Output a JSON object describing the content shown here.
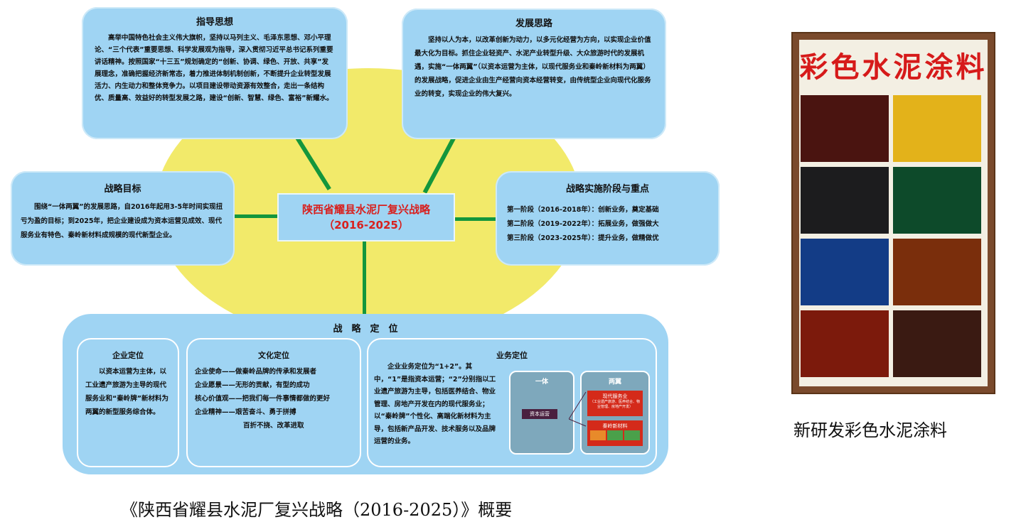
{
  "center": {
    "title": "陕西省耀县水泥厂复兴战略",
    "years": "（2016-2025）"
  },
  "guiding_thought": {
    "title": "指导思想",
    "text": "高举中国特色社会主义伟大旗帜，坚持以马列主义、毛泽东思想、邓小平理论、“三个代表”重要思想、科学发展观为指导，深入贯彻习近平总书记系列重要讲话精神。按照国家“十三五”规划确定的“创新、协调、绿色、开放、共享”发展理念，准确把握经济新常态，着力推进体制机制创新，不断提升企业转型发展活力、内生动力和整体竞争力。以项目建设带动资源有效整合，走出一条结构优、质量高、效益好的转型发展之路，建设“创新、智慧、绿色、富裕”新耀水。"
  },
  "development_idea": {
    "title": "发展思路",
    "text": "坚持以人为本，以改革创新为动力，以多元化经营为方向，以实现企业价值最大化为目标。抓住企业轻资产、水泥产业转型升级、大众旅游时代的发展机遇，实施“一体两翼”（以资本运营为主体，以现代服务业和秦岭新材料为两翼）的发展战略，促进企业由生产经营向资本经营转变，由传统型企业向现代化服务业的转变，实现企业的伟大复兴。"
  },
  "strategic_goal": {
    "title": "战略目标",
    "text": "围绕“一体两翼”的发展思路，自2016年起用3-5年时间实现扭亏为盈的目标；到2025年，把企业建设成为资本运营见成效、现代服务业有特色、秦岭新材料成规模的现代新型企业。"
  },
  "phases": {
    "title": "战略实施阶段与重点",
    "items": [
      "第一阶段（2016-2018年）：创新业务，奠定基础",
      "第二阶段（2019-2022年）：拓展业务，做强做大",
      "第三阶段（2023-2025年）：提升业务，做精做优"
    ]
  },
  "positioning": {
    "title": "战　略　定　位",
    "enterprise": {
      "title": "企业定位",
      "text": "以资本运营为主体，以工业遗产旅游为主导的现代服务业和“秦岭牌”新材料为两翼的新型服务综合体。"
    },
    "culture": {
      "title": "文化定位",
      "lines": [
        "企业使命——做秦岭品牌的传承和发展者",
        "企业愿景——无形的贡献，有型的成功",
        "核心价值观——把我们每一件事情都做的更好",
        "企业精神——艰苦奋斗、勇于拼搏",
        "百折不挠、改革进取"
      ]
    },
    "business": {
      "title": "业务定位",
      "text": "企业业务定位为“1+2”。其中，“1”是指资本运营；“2”分别指以工业遗产旅游为主导，包括医养结合、物业管理、房地产开发在内的现代服务业；以“秦岭牌”个性化、高端化新材料为主导，包括新产品开发、技术服务以及品牌运营的业务。",
      "diagram": {
        "one_body": "一体",
        "two_wings": "两翼",
        "capital": "资本运营",
        "service": "现代服务业",
        "service_detail": "（工业遗产旅游、医养结合、物业管理、房地产开发）",
        "material": "秦岭新材料"
      }
    }
  },
  "caption_left": "《陕西省耀县水泥厂复兴战略（2016-2025）》概要",
  "photo": {
    "board_title": "彩色水泥涂料",
    "caption": "新研发彩色水泥涂料",
    "swatch_colors": [
      "#4a1410",
      "#e3b21a",
      "#1c1c1e",
      "#0d4a2a",
      "#133c86",
      "#7a2e0c",
      "#7c1a0c",
      "#3a1a12"
    ]
  }
}
